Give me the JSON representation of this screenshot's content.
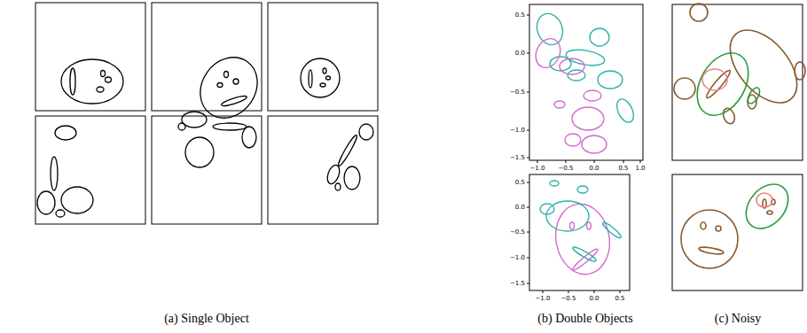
{
  "diagram": {
    "caption": "(a) Single Object (b) Double Objects (c) Noisy",
    "labels": [
      "0.5",
      "0.0",
      "−0.5",
      "−1.0",
      "−1.5",
      "−1.0",
      "−0.5",
      "0.0",
      "0.5",
      "1.0",
      "0.5",
      "0.0",
      "−0.5",
      "−1.0",
      "−1.5",
      "−1.0",
      "−0.5",
      "0.0",
      "0.5",
      "(a) Single Object",
      "(b) Double Objects",
      "(c) Noisy"
    ]
  }
}
